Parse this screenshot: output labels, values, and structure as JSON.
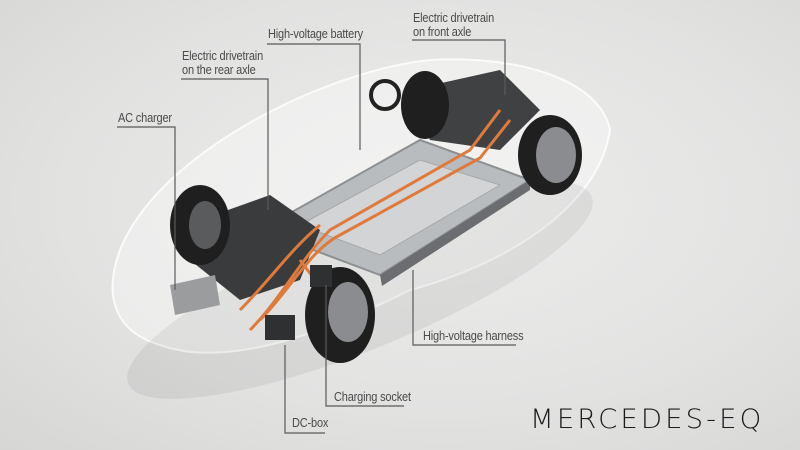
{
  "labels": {
    "high_voltage_battery": "High-voltage battery",
    "front_drivetrain": [
      "Electric drivetrain",
      "on front axle"
    ],
    "rear_drivetrain": [
      "Electric drivetrain",
      "on the rear axle"
    ],
    "ac_charger": "AC charger",
    "high_voltage_harness": "High-voltage harness",
    "charging_socket": "Charging socket",
    "dc_box": "DC-box"
  },
  "brand": {
    "logo_text": "MERCEDES-EQ"
  },
  "colors": {
    "harness": "#e07a3a",
    "label_text": "#4a4a4a",
    "leader_line": "#5a5a5a",
    "background": "#e4e4e3"
  }
}
